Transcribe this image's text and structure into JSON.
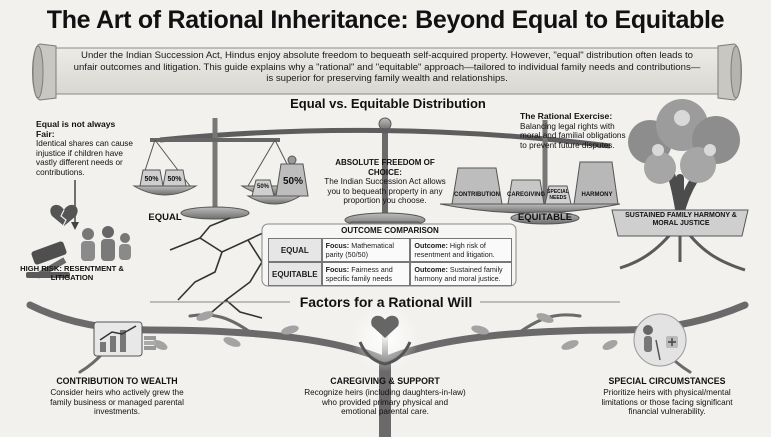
{
  "title": "The Art of Rational Inheritance: Beyond Equal to Equitable",
  "intro": "Under the Indian Succession Act, Hindus enjoy absolute freedom to bequeath self-acquired property. However, \"equal\" distribution often leads to unfair outcomes and litigation. This guide explains why a \"rational\" and \"equitable\" approach—tailored to individual family needs and contributions—is superior for preserving family wealth and relationships.",
  "section_distribution": "Equal vs. Equitable Distribution",
  "equal_not_fair": {
    "heading": "Equal is not always Fair:",
    "body": "Identical shares can cause injustice if children have vastly different needs or contributions."
  },
  "rational_exercise": {
    "heading": "The Rational Exercise:",
    "body": "Balancing legal rights with moral and familial obligations to prevent future disputes."
  },
  "freedom": {
    "heading": "ABSOLUTE FREEDOM OF CHOICE:",
    "body": "The Indian Succession Act allows you to bequeath property in any proportion you choose."
  },
  "equal_scale": {
    "label": "EQUAL",
    "left_weight": "50%",
    "right_weight": "50%"
  },
  "middle_scale": {
    "small_weight": "50%",
    "large_weight": "50%"
  },
  "equitable_scale": {
    "label": "EQUITABLE",
    "weights": [
      "CONTRIBUTION",
      "CAREGIVING",
      "SPECIAL NEEDS",
      "HARMONY"
    ]
  },
  "high_risk": "HIGH RISK: RESENTMENT & LITIGATION",
  "sustained": "SUSTAINED FAMILY HARMONY & MORAL JUSTICE",
  "outcome": {
    "title": "OUTCOME COMPARISON",
    "focus_label": "Focus:",
    "outcome_label": "Outcome:",
    "rows": [
      {
        "name": "EQUAL",
        "focus": "Mathematical parity (50/50)",
        "outcome": "High risk of resentment and litigation."
      },
      {
        "name": "EQUITABLE",
        "focus": "Fairness and specific family needs",
        "outcome": "Sustained family harmony and moral justice."
      }
    ]
  },
  "section_factors": "Factors for a Rational Will",
  "factors": [
    {
      "heading": "CONTRIBUTION TO WEALTH",
      "body": "Consider heirs who actively grew the family business or managed parental investments."
    },
    {
      "heading": "CAREGIVING & SUPPORT",
      "body": "Recognize heirs (including daughters-in-law) who provided primary physical and emotional parental care."
    },
    {
      "heading": "SPECIAL CIRCUMSTANCES",
      "body": "Prioritize heirs with physical/mental limitations or those facing significant financial vulnerability."
    }
  ],
  "colors": {
    "background": "#f2f1ee",
    "ink": "#1c1c1c",
    "metal": "#8a8a8a",
    "wood": "#6b6b6b"
  }
}
